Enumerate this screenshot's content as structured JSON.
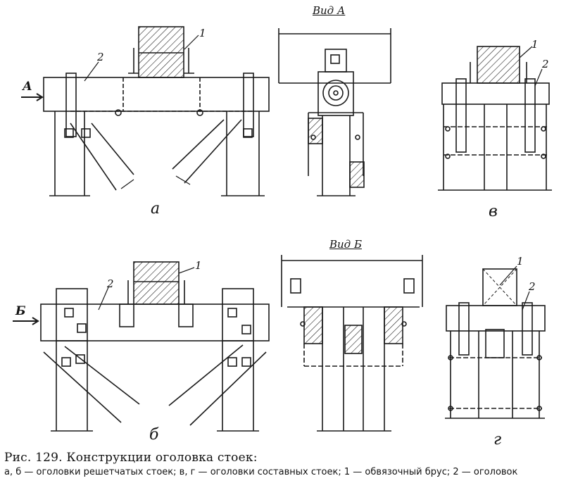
{
  "figure": {
    "caption_title": "Рис. 129. Конструкции оголовка стоек:",
    "caption_text": "а, б — оголовки решетчатых стоек; в, г — оголовки составных стоек; 1 — обвязочный брус; 2 — оголовок"
  },
  "views": {
    "view_a_title": "Вид А",
    "view_b_title": "Вид Б"
  },
  "subfigures": {
    "a": "а",
    "b": "б",
    "v": "в",
    "g": "г"
  },
  "arrows": {
    "a": "А",
    "b": "Б"
  },
  "callouts": {
    "one": "1",
    "two": "2"
  }
}
